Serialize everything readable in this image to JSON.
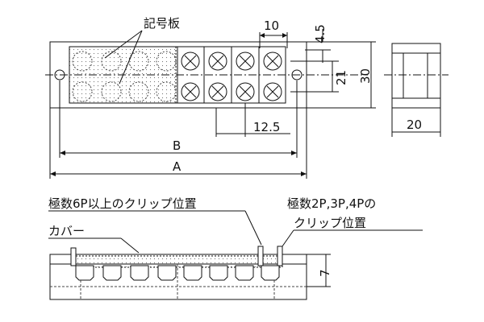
{
  "labels": {
    "marking_plate": "記号板",
    "clip_position_6p": "極数6P以上のクリップ位置",
    "cover": "カバー",
    "clip_position_small_line1": "極数2P,3P,4Pの",
    "clip_position_small_line2": "クリップ位置"
  },
  "dimensions": {
    "pitch": "10",
    "top_offset": "4.5",
    "screw_span": "21",
    "height": "30",
    "pitch_small": "12.5",
    "length_b": "B",
    "length_a": "A",
    "depth": "20",
    "cover_height": "7"
  }
}
